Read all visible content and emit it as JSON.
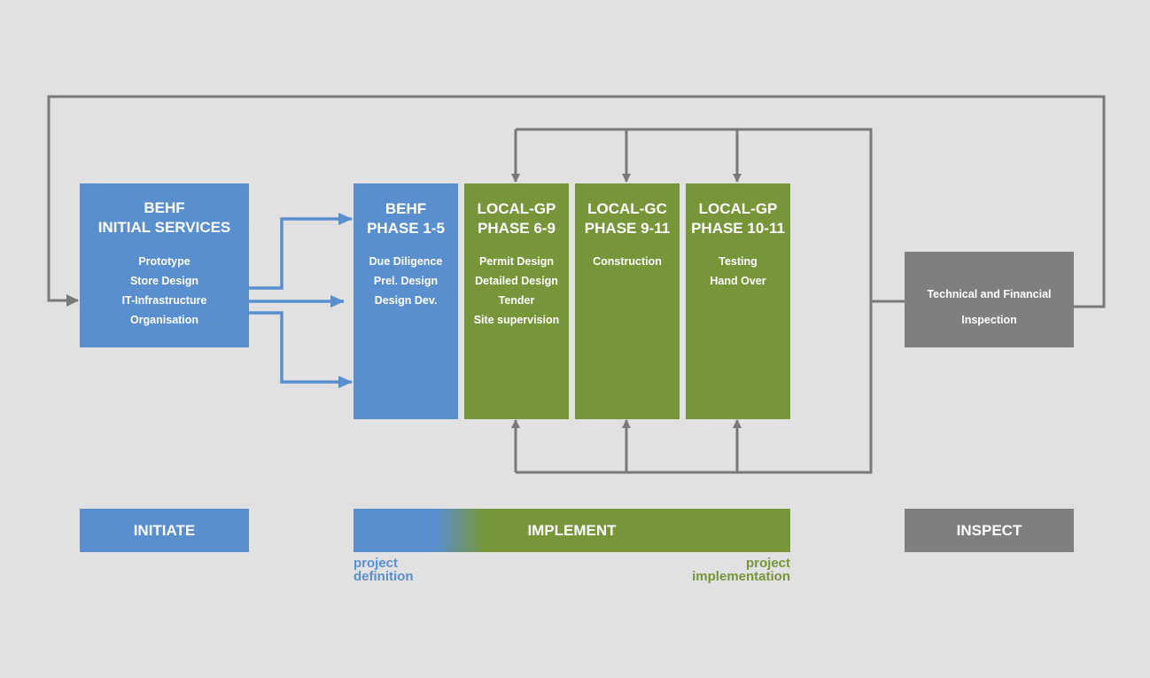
{
  "colors": {
    "background": "#e1e1e1",
    "behf_blue": "#5a8fcf",
    "local_green": "#77963a",
    "inspect_grey": "#817e7f",
    "arrow_grey": "#7b7879"
  },
  "boxes": {
    "initial": {
      "title_line1": "BEHF",
      "title_line2": "INITIAL SERVICES",
      "items": [
        "Prototype",
        "Store Design",
        "IT-Infrastructure",
        "Organisation"
      ]
    },
    "phase1": {
      "title_line1": "BEHF",
      "title_line2": "PHASE 1-5",
      "items": [
        "Due Diligence",
        "Prel. Design",
        "Design Dev."
      ]
    },
    "phase6": {
      "title_line1": "LOCAL-GP",
      "title_line2": "PHASE 6-9",
      "items": [
        "Permit Design",
        "Detailed Design",
        "Tender",
        "Site supervision"
      ]
    },
    "phase9": {
      "title_line1": "LOCAL-GC",
      "title_line2": "PHASE 9-11",
      "items": [
        "Construction"
      ]
    },
    "phase10": {
      "title_line1": "LOCAL-GP",
      "title_line2": "PHASE 10-11",
      "items": [
        "Testing",
        "Hand Over"
      ]
    },
    "inspection": {
      "line1": "Technical and Financial",
      "line2": "Inspection"
    }
  },
  "stages": {
    "initiate": "INITIATE",
    "implement": "IMPLEMENT",
    "inspect": "INSPECT"
  },
  "notes": {
    "definition_line1": "project",
    "definition_line2": "definition",
    "implementation_line1": "project",
    "implementation_line2": "implementation"
  }
}
